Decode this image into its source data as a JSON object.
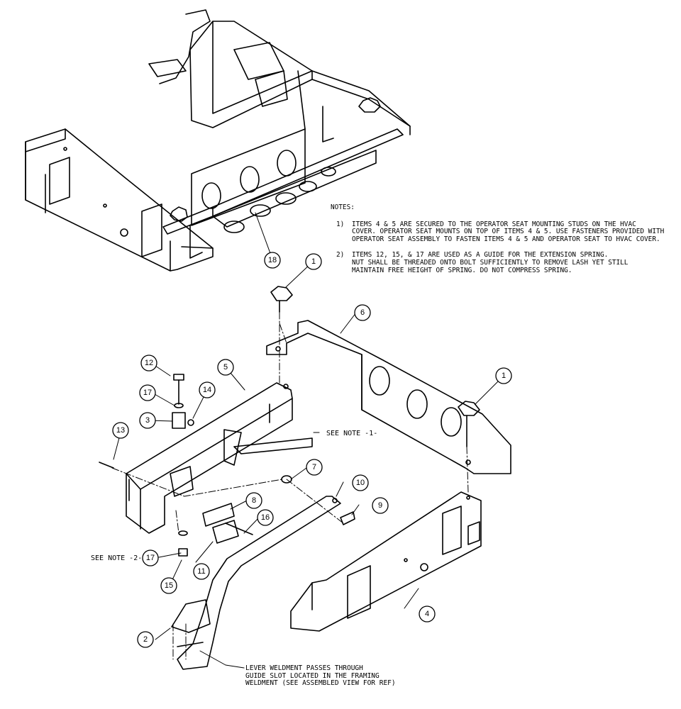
{
  "notes": {
    "heading": "NOTES:",
    "items": [
      {
        "index": "1)",
        "text": "ITEMS 4 & 5 ARE SECURED TO THE OPERATOR SEAT MOUNTING STUDS ON THE HVAC\nCOVER. OPERATOR SEAT MOUNTS ON TOP OF ITEMS 4 & 5. USE FASTENERS PROVIDED WITH\nOPERATOR SEAT ASSEMBLY TO FASTEN ITEMS 4 & 5 AND OPERATOR SEAT TO HVAC COVER."
      },
      {
        "index": "2)",
        "text": "ITEMS 12, 15, & 17 ARE USED AS A GUIDE FOR THE EXTENSION SPRING.\nNUT SHALL BE THREADED ONTO BOLT SUFFICIENTLY TO REMOVE LASH YET STILL\nMAINTAIN FREE HEIGHT OF SPRING. DO NOT COMPRESS SPRING."
      }
    ]
  },
  "callouts": {
    "see_note_1": "SEE NOTE -1-",
    "see_note_2": "SEE NOTE -2-",
    "lever_note": "LEVER WELDMENT PASSES THROUGH\nGUIDE SLOT LOCATED IN THE FRAMING\nWELDMENT (SEE ASSEMBLED VIEW FOR REF)"
  },
  "balloons": [
    "18",
    "1",
    "6",
    "12",
    "5",
    "17",
    "14",
    "3",
    "13",
    "1",
    "7",
    "10",
    "8",
    "16",
    "9",
    "17",
    "15",
    "11",
    "4",
    "2"
  ]
}
